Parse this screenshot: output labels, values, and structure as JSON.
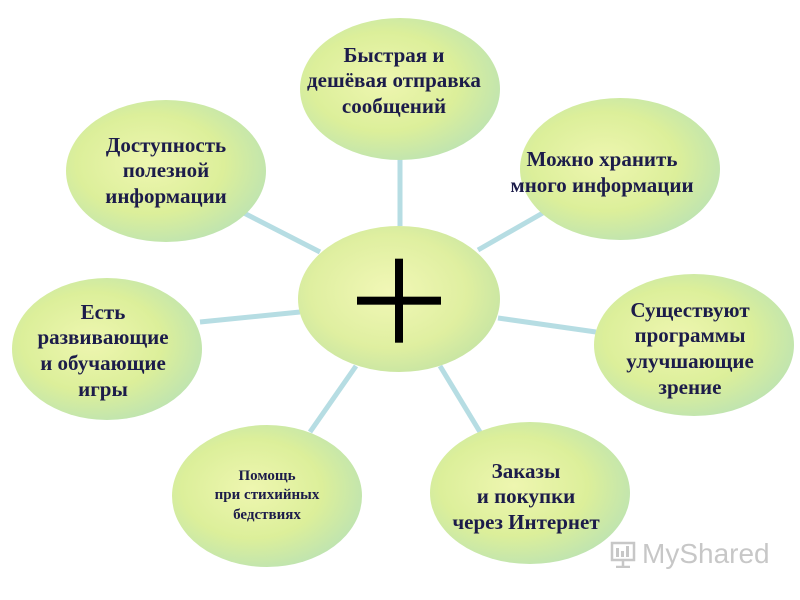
{
  "center": {
    "symbol": "+"
  },
  "nodes": {
    "top": "Быстрая и\nдешёвая отправка\nсообщений",
    "top_right": "Можно хранить\nмного информации",
    "right": "Существуют\nпрограммы\nулучшающие\nзрение",
    "bottom_right": "Заказы\nи покупки\nчерез Интернет",
    "bottom_left": "Помощь\nпри стихийных\nбедствиях",
    "left": "Есть\nразвивающие\nи обучающие\nигры",
    "top_left": "Доступность\nполезной\nинформации"
  },
  "watermark": {
    "text": "MyShared"
  },
  "colors": {
    "connector": "#b6dde3",
    "text": "#1c1c4a",
    "node_fill": "#dcef9a",
    "node_edge": "#a8dde0"
  }
}
